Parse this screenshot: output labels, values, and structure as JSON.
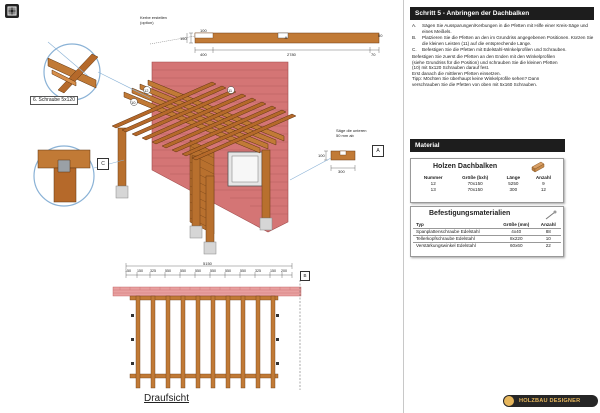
{
  "step": {
    "title": "Schritt 5 - Anbringen der Dachbalken",
    "items": [
      {
        "letter": "A.",
        "text": "Sägen Sie Aussparungen/Kerbungen in die Pfetten mit Hilfe einer Kreis-Säge und eines Meißels."
      },
      {
        "letter": "B.",
        "text": "Platzieren Sie die Pfetten an den im Grundriss angegebenen Positionen. Kürzen Sie die kleinen Leisten (11) auf die entsprechende Länge."
      },
      {
        "letter": "C.",
        "text": "Befestigen Sie die Pfetten mit Edelstahl-Winkelprofilen und Schrauben."
      }
    ],
    "note_lines": [
      "Befestigen Sie zuerst die Pfetten an den Enden mit den Winkelprofilen",
      "(siehe Grundriss für die Position) und schrauben Sie die kleinen Pfetten",
      "(10) mit 5x120 Schrauben darauf fest.",
      "Erst danach die mittleren Pfetten einsetzen.",
      "Tipp: Möchten Sie überhaupt keine Winkelprofile sehen? Dann",
      "verschrauben Sie die Pfetten von oben mit 5x160 Schrauben."
    ]
  },
  "material": {
    "heading": "Material",
    "wood": {
      "title": "Holzen Dachbalken",
      "headers": [
        "Nummer",
        "Größe (bxh)",
        "Länge",
        "Anzahl"
      ],
      "rows": [
        [
          "12",
          "70x150",
          "5250",
          "9"
        ],
        [
          "13",
          "70x150",
          "300",
          "12"
        ]
      ]
    },
    "fasteners": {
      "title": "Befestigungsmaterialien",
      "headers": [
        "Typ",
        "Größe (mm)",
        "Anzahl"
      ],
      "rows": [
        [
          "Spanplattenschraube Edelstahl",
          "4x40",
          "88"
        ],
        [
          "Tellerkopfschraube Edelstahl",
          "8x220",
          "10"
        ],
        [
          "Verstärkungswinkel Edelstahl",
          "60x60",
          "22"
        ]
      ]
    }
  },
  "drawing": {
    "beam_note_lines": [
      "Kerbe erstellen",
      "(option)"
    ],
    "beam_dims": {
      "left": "400",
      "middle": "2780",
      "right": "70",
      "h1": "150",
      "h2": "100",
      "h3": "50"
    },
    "screw_label": "6. Schraube 5x120",
    "cut_note_lines": [
      "Säge die unteren",
      "50 mm ab"
    ],
    "small_dims": {
      "h": "100",
      "w": "300"
    },
    "callouts": {
      "a": "A",
      "b": "B",
      "c": "C",
      "n10": "10",
      "n11": "11",
      "n12": "12"
    },
    "plan_total": "5150",
    "plan_dims": [
      "150",
      "150",
      "325",
      "550",
      "550",
      "550",
      "550",
      "550",
      "550",
      "325",
      "150",
      "200"
    ],
    "plan_title": "Draufsicht"
  },
  "brand": {
    "name": "HOLZBAU DESIGNER"
  },
  "colors": {
    "wood": "#b8702e",
    "wood_dark": "#8a4f1c",
    "brick": "#cf6b6b",
    "concrete": "#cfcfcf"
  }
}
